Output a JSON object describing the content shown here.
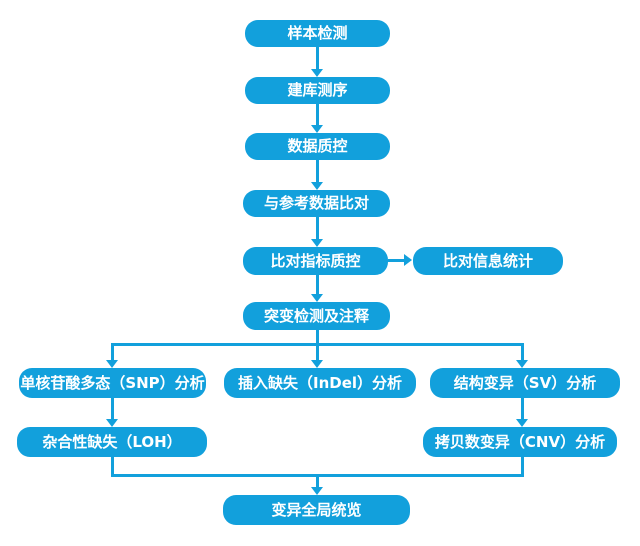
{
  "diagram": {
    "type": "flowchart",
    "background_color": "#ffffff",
    "node_color": "#12A0DC",
    "text_color": "#ffffff",
    "nodes": {
      "sample": "样本检测",
      "library": "建库测序",
      "data_qc": "数据质控",
      "ref_align": "与参考数据比对",
      "align_qc": "比对指标质控",
      "align_stats": "比对信息统计",
      "mutation": "突变检测及注释",
      "snp": "单核苷酸多态（SNP）分析",
      "indel": "插入缺失（InDel）分析",
      "sv": "结构变异（SV）分析",
      "loh": "杂合性缺失（LOH）",
      "cnv": "拷贝数变异（CNV）分析",
      "overview": "变异全局统览"
    },
    "edges": [
      {
        "from": "sample",
        "to": "library"
      },
      {
        "from": "library",
        "to": "data_qc"
      },
      {
        "from": "data_qc",
        "to": "ref_align"
      },
      {
        "from": "ref_align",
        "to": "align_qc"
      },
      {
        "from": "align_qc",
        "to": "align_stats"
      },
      {
        "from": "align_qc",
        "to": "mutation"
      },
      {
        "from": "mutation",
        "to": "snp"
      },
      {
        "from": "mutation",
        "to": "indel"
      },
      {
        "from": "mutation",
        "to": "sv"
      },
      {
        "from": "snp",
        "to": "loh"
      },
      {
        "from": "sv",
        "to": "cnv"
      },
      {
        "from": "loh",
        "to": "overview"
      },
      {
        "from": "cnv",
        "to": "overview"
      }
    ]
  }
}
